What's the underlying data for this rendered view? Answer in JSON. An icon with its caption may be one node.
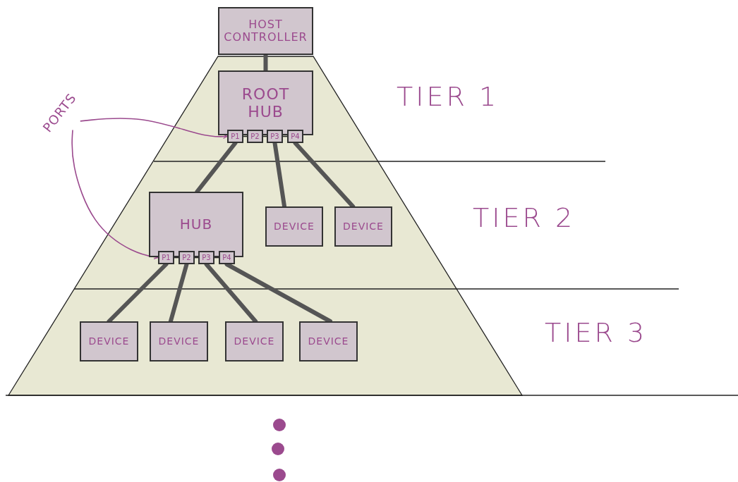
{
  "diagram": {
    "nodes": [
      {
        "text": [
          "HOST CONTROLLER"
        ]
      },
      {
        "text": [
          "ROOT HUB"
        ]
      },
      {
        "text": [
          "P1"
        ]
      },
      {
        "text": [
          "P2"
        ]
      },
      {
        "text": [
          "P3"
        ]
      },
      {
        "text": [
          "P4"
        ]
      },
      {
        "text": [
          "HUB"
        ]
      },
      {
        "text": [
          "P1"
        ]
      },
      {
        "text": [
          "P2"
        ]
      },
      {
        "text": [
          "P3"
        ]
      },
      {
        "text": [
          "P4"
        ]
      },
      {
        "text": [
          "DEVICE"
        ]
      },
      {
        "text": [
          "DEVICE"
        ]
      },
      {
        "text": [
          "DEVICE"
        ]
      },
      {
        "text": [
          "DEVICE"
        ]
      },
      {
        "text": [
          "DEVICE"
        ]
      },
      {
        "text": [
          "DEVICE"
        ]
      },
      {
        "text": [
          "PORTS"
        ]
      }
    ],
    "edges": [
      {
        "from": 0,
        "to": 1,
        "arrow": "none",
        "style": "thick"
      },
      {
        "from": 2,
        "to": 3,
        "arrow": "none",
        "color": "#222222"
      },
      {
        "from": 3,
        "to": 4,
        "arrow": "none",
        "color": "#222222"
      },
      {
        "from": 4,
        "to": 5,
        "arrow": "none",
        "color": "#222222"
      },
      {
        "from": 2,
        "to": 6,
        "arrow": "none",
        "style": "thick"
      },
      {
        "from": 4,
        "to": 11,
        "arrow": "none",
        "style": "thick"
      },
      {
        "from": 5,
        "to": 12,
        "arrow": "none",
        "style": "thick"
      },
      {
        "from": 7,
        "to": 8,
        "arrow": "none",
        "color": "#222222"
      },
      {
        "from": 8,
        "to": 9,
        "arrow": "none",
        "color": "#222222"
      },
      {
        "from": 9,
        "to": 10,
        "arrow": "none",
        "color": "#222222"
      },
      {
        "from": 7,
        "to": 13,
        "arrow": "none",
        "style": "thick"
      },
      {
        "from": 8,
        "to": 14,
        "arrow": "none",
        "style": "thick"
      },
      {
        "from": 9,
        "to": 15,
        "arrow": "none",
        "style": "thick"
      },
      {
        "from": 10,
        "to": 16,
        "arrow": "none",
        "style": "thick"
      },
      {
        "from": 17,
        "to": 2,
        "arrow": "to",
        "color": "#9b4a8e"
      },
      {
        "from": 17,
        "to": 7,
        "arrow": "to",
        "color": "#9b4a8e"
      }
    ],
    "labels": [
      "TIER 1",
      "TIER 2",
      "TIER 3"
    ]
  }
}
